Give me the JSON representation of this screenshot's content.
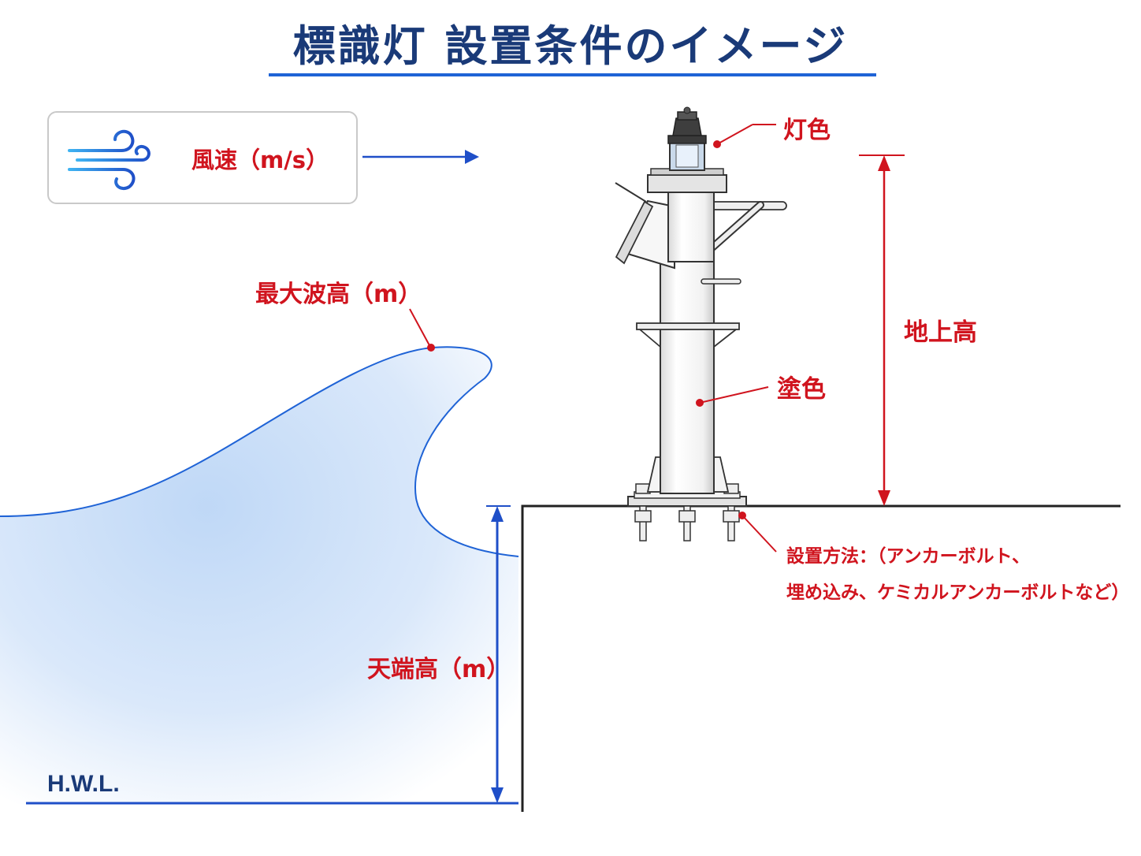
{
  "title": "標識灯 設置条件のイメージ",
  "wind": {
    "label": "風速（m/s）",
    "icon": "wind-icon"
  },
  "labels": {
    "max_wave": "最大波高（m）",
    "lamp_color": "灯色",
    "ground_height": "地上高",
    "paint_color": "塗色",
    "crest_height": "天端高（m）",
    "install_method_line1": "設置方法：（アンカーボルト、",
    "install_method_line2": "埋め込み、ケミカルアンカーボルトなど）",
    "hwl": "H.W.L."
  },
  "colors": {
    "title": "#1a3a78",
    "underline": "#1f63d6",
    "label_red": "#d0141e",
    "dimension_blue": "#1f4fc8",
    "wave_fill": "#c7dcf7"
  }
}
